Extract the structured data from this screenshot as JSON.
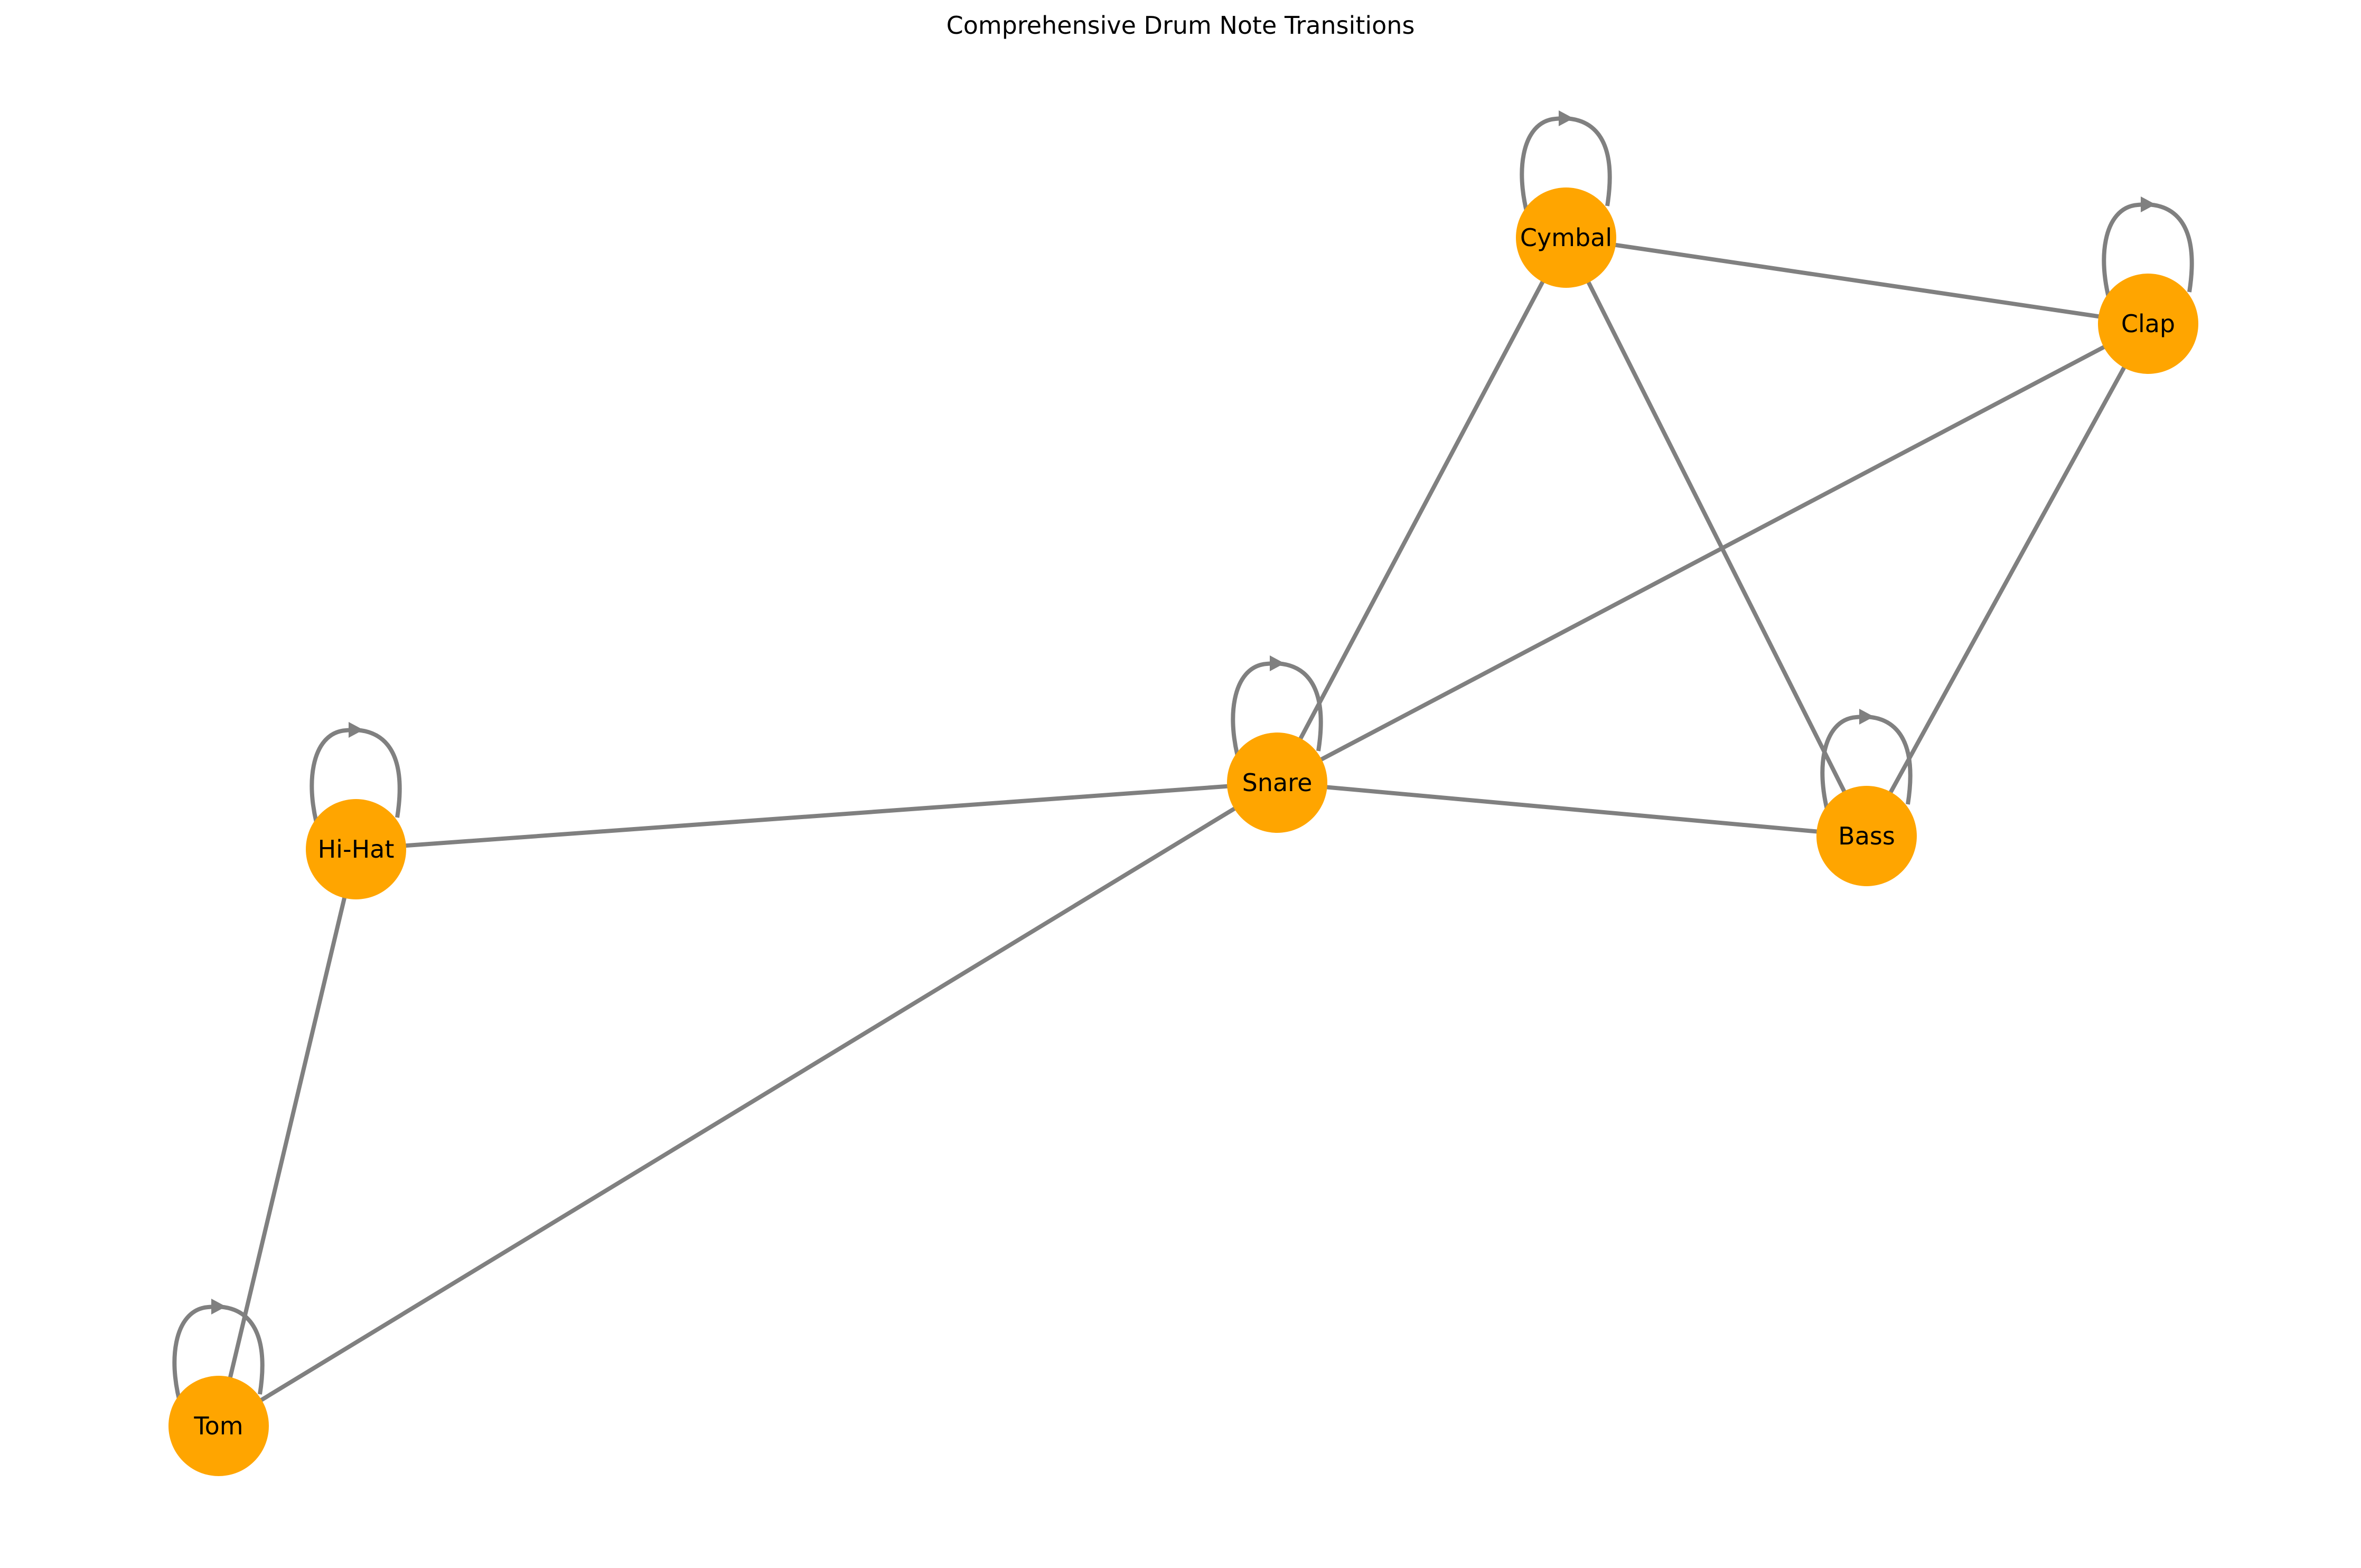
{
  "title": "Comprehensive Drum Note Transitions",
  "colors": {
    "node": "#ffa500",
    "edge": "#808080",
    "label": "#000000",
    "background": "#ffffff"
  },
  "nodes": [
    {
      "id": "Cymbal",
      "label": "Cymbal",
      "self_loop": true
    },
    {
      "id": "Clap",
      "label": "Clap",
      "self_loop": true
    },
    {
      "id": "Snare",
      "label": "Snare",
      "self_loop": true
    },
    {
      "id": "Bass",
      "label": "Bass",
      "self_loop": true
    },
    {
      "id": "Hi-Hat",
      "label": "Hi-Hat",
      "self_loop": true
    },
    {
      "id": "Tom",
      "label": "Tom",
      "self_loop": true
    }
  ],
  "edges": [
    {
      "source": "Cymbal",
      "target": "Clap"
    },
    {
      "source": "Cymbal",
      "target": "Snare"
    },
    {
      "source": "Cymbal",
      "target": "Bass"
    },
    {
      "source": "Clap",
      "target": "Snare"
    },
    {
      "source": "Clap",
      "target": "Bass"
    },
    {
      "source": "Snare",
      "target": "Hi-Hat"
    },
    {
      "source": "Snare",
      "target": "Bass"
    },
    {
      "source": "Snare",
      "target": "Tom"
    },
    {
      "source": "Hi-Hat",
      "target": "Tom"
    }
  ]
}
